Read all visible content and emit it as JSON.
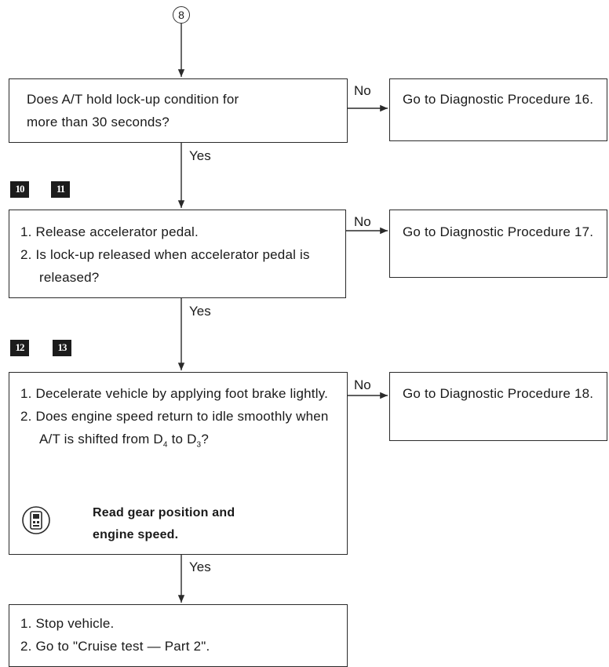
{
  "top_ref": "8",
  "step_badges": [
    "10",
    "11",
    "12",
    "13"
  ],
  "boxes": {
    "q1": {
      "line1": "Does A/T hold lock-up condition for",
      "line2": "more than 30 seconds?"
    },
    "q2": {
      "step1": "1. Release accelerator pedal.",
      "step2": "2. Is lock-up released when accelerator pedal is released?"
    },
    "q3": {
      "step1": "1. Decelerate vehicle by applying foot brake lightly.",
      "step2_text": "2. Does engine speed return to idle smoothly when A/T is shifted from D",
      "step2_sub1": "4",
      "step2_mid": " to D",
      "step2_sub2": "3",
      "step2_end": "?",
      "note_line1": "Read gear position and",
      "note_line2": "engine speed."
    },
    "final": {
      "step1": "1. Stop vehicle.",
      "step2": "2. Go to \"Cruise test — Part 2\"."
    }
  },
  "outcomes": {
    "no1": "Go to Diagnostic Procedure 16.",
    "no2": "Go to Diagnostic Procedure 17.",
    "no3": "Go to Diagnostic Procedure 18."
  },
  "labels": {
    "no": "No",
    "yes": "Yes"
  }
}
